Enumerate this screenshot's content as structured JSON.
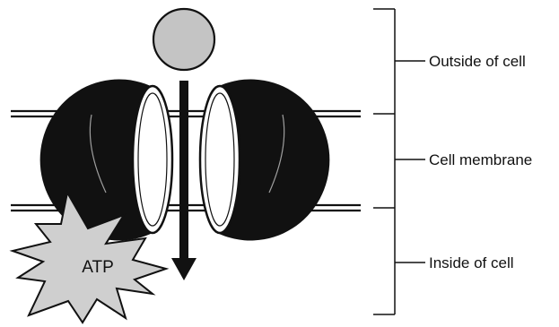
{
  "diagram": {
    "atp_label": "ATP",
    "regions": {
      "outside": "Outside of cell",
      "membrane": "Cell membrane",
      "inside": "Inside of cell"
    }
  },
  "colors": {
    "ink": "#111111",
    "molecule_fill": "#c4c4c4",
    "atp_fill": "#cfcfcf",
    "channel_fill": "#111111",
    "background": "#ffffff"
  }
}
